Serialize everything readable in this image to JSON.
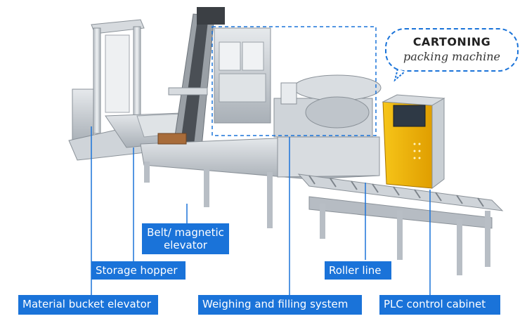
{
  "bubble": {
    "title": "CARTONING",
    "subtitle": "packing machine"
  },
  "labels": {
    "belt_elevator_line1": "Belt/ magnetic",
    "belt_elevator_line2": "elevator",
    "storage_hopper": "Storage hopper",
    "roller_line": "Roller line",
    "material_bucket_elevator": "Material bucket elevator",
    "weighing_filling_system": "Weighing and filling system",
    "plc_control_cabinet": "PLC control cabinet"
  },
  "colors": {
    "label_bg": "#1a73d9",
    "label_text": "#ffffff",
    "leader_line": "#1a73d9",
    "machine_steel": "#c9ced3",
    "cabinet_yellow": "#f2b705"
  }
}
